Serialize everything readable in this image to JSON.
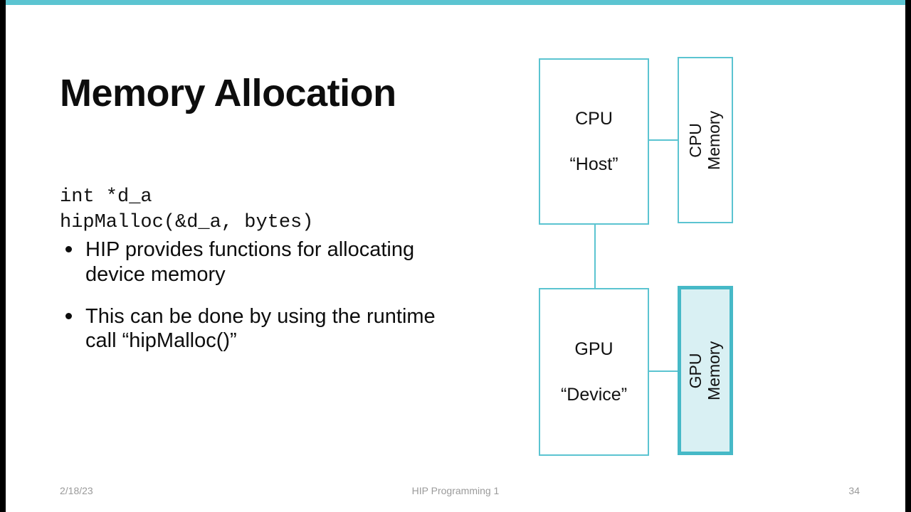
{
  "slide": {
    "title": "Memory Allocation",
    "accent_color": "#5bc4d1",
    "highlight_fill": "#d9f0f3",
    "code": "int *d_a\nhipMalloc(&d_a, bytes)",
    "bullets": [
      "HIP provides functions for allocating device memory",
      "This can be done by using the runtime call “hipMalloc()”"
    ]
  },
  "diagram": {
    "cpu": {
      "line1": "CPU",
      "line2": "“Host”"
    },
    "cpu_memory": {
      "line1": "CPU",
      "line2": "Memory"
    },
    "gpu": {
      "line1": "GPU",
      "line2": "“Device”"
    },
    "gpu_memory": {
      "line1": "GPU",
      "line2": "Memory"
    }
  },
  "footer": {
    "date": "2/18/23",
    "deck_title": "HIP Programming 1",
    "page_number": "34"
  }
}
